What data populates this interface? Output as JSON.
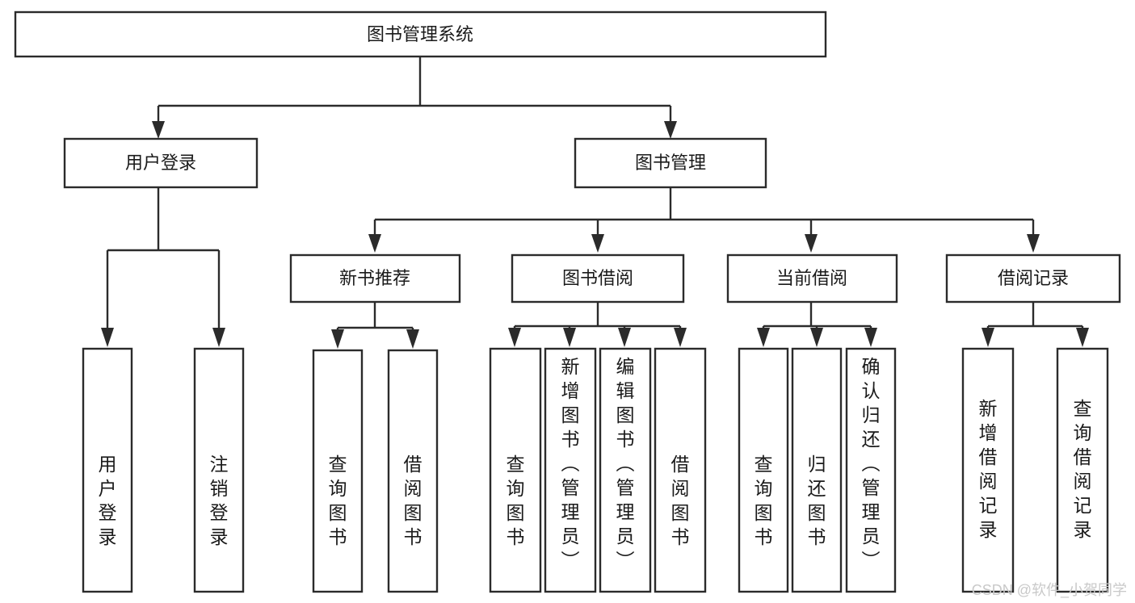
{
  "diagram": {
    "type": "tree-hierarchy-chart",
    "title_node": "图书管理系统",
    "watermark": "CSDN @软件_小贺同学",
    "colors": {
      "stroke": "#2b2b2b",
      "fill": "#ffffff",
      "text": "#1a1a1a",
      "watermark": "#c9c9c9"
    },
    "level1": {
      "root": "图书管理系统"
    },
    "level2": [
      {
        "label": "用户登录"
      },
      {
        "label": "图书管理"
      }
    ],
    "level3": [
      {
        "label": "新书推荐"
      },
      {
        "label": "图书借阅"
      },
      {
        "label": "当前借阅"
      },
      {
        "label": "借阅记录"
      }
    ],
    "leaves": {
      "user_login": [
        {
          "label": "用户登录"
        },
        {
          "label": "注销登录"
        }
      ],
      "new_book_recommend": [
        {
          "label": "查询图书"
        },
        {
          "label": "借阅图书"
        }
      ],
      "book_borrow": [
        {
          "label": "查询图书"
        },
        {
          "label": "新增图书（管理员）"
        },
        {
          "label": "编辑图书（管理员）"
        },
        {
          "label": "借阅图书"
        }
      ],
      "current_borrow": [
        {
          "label": "查询图书"
        },
        {
          "label": "归还图书"
        },
        {
          "label": "确认归还（管理员）"
        }
      ],
      "borrow_record": [
        {
          "label": "新增借阅记录"
        },
        {
          "label": "查询借阅记录"
        }
      ]
    }
  }
}
